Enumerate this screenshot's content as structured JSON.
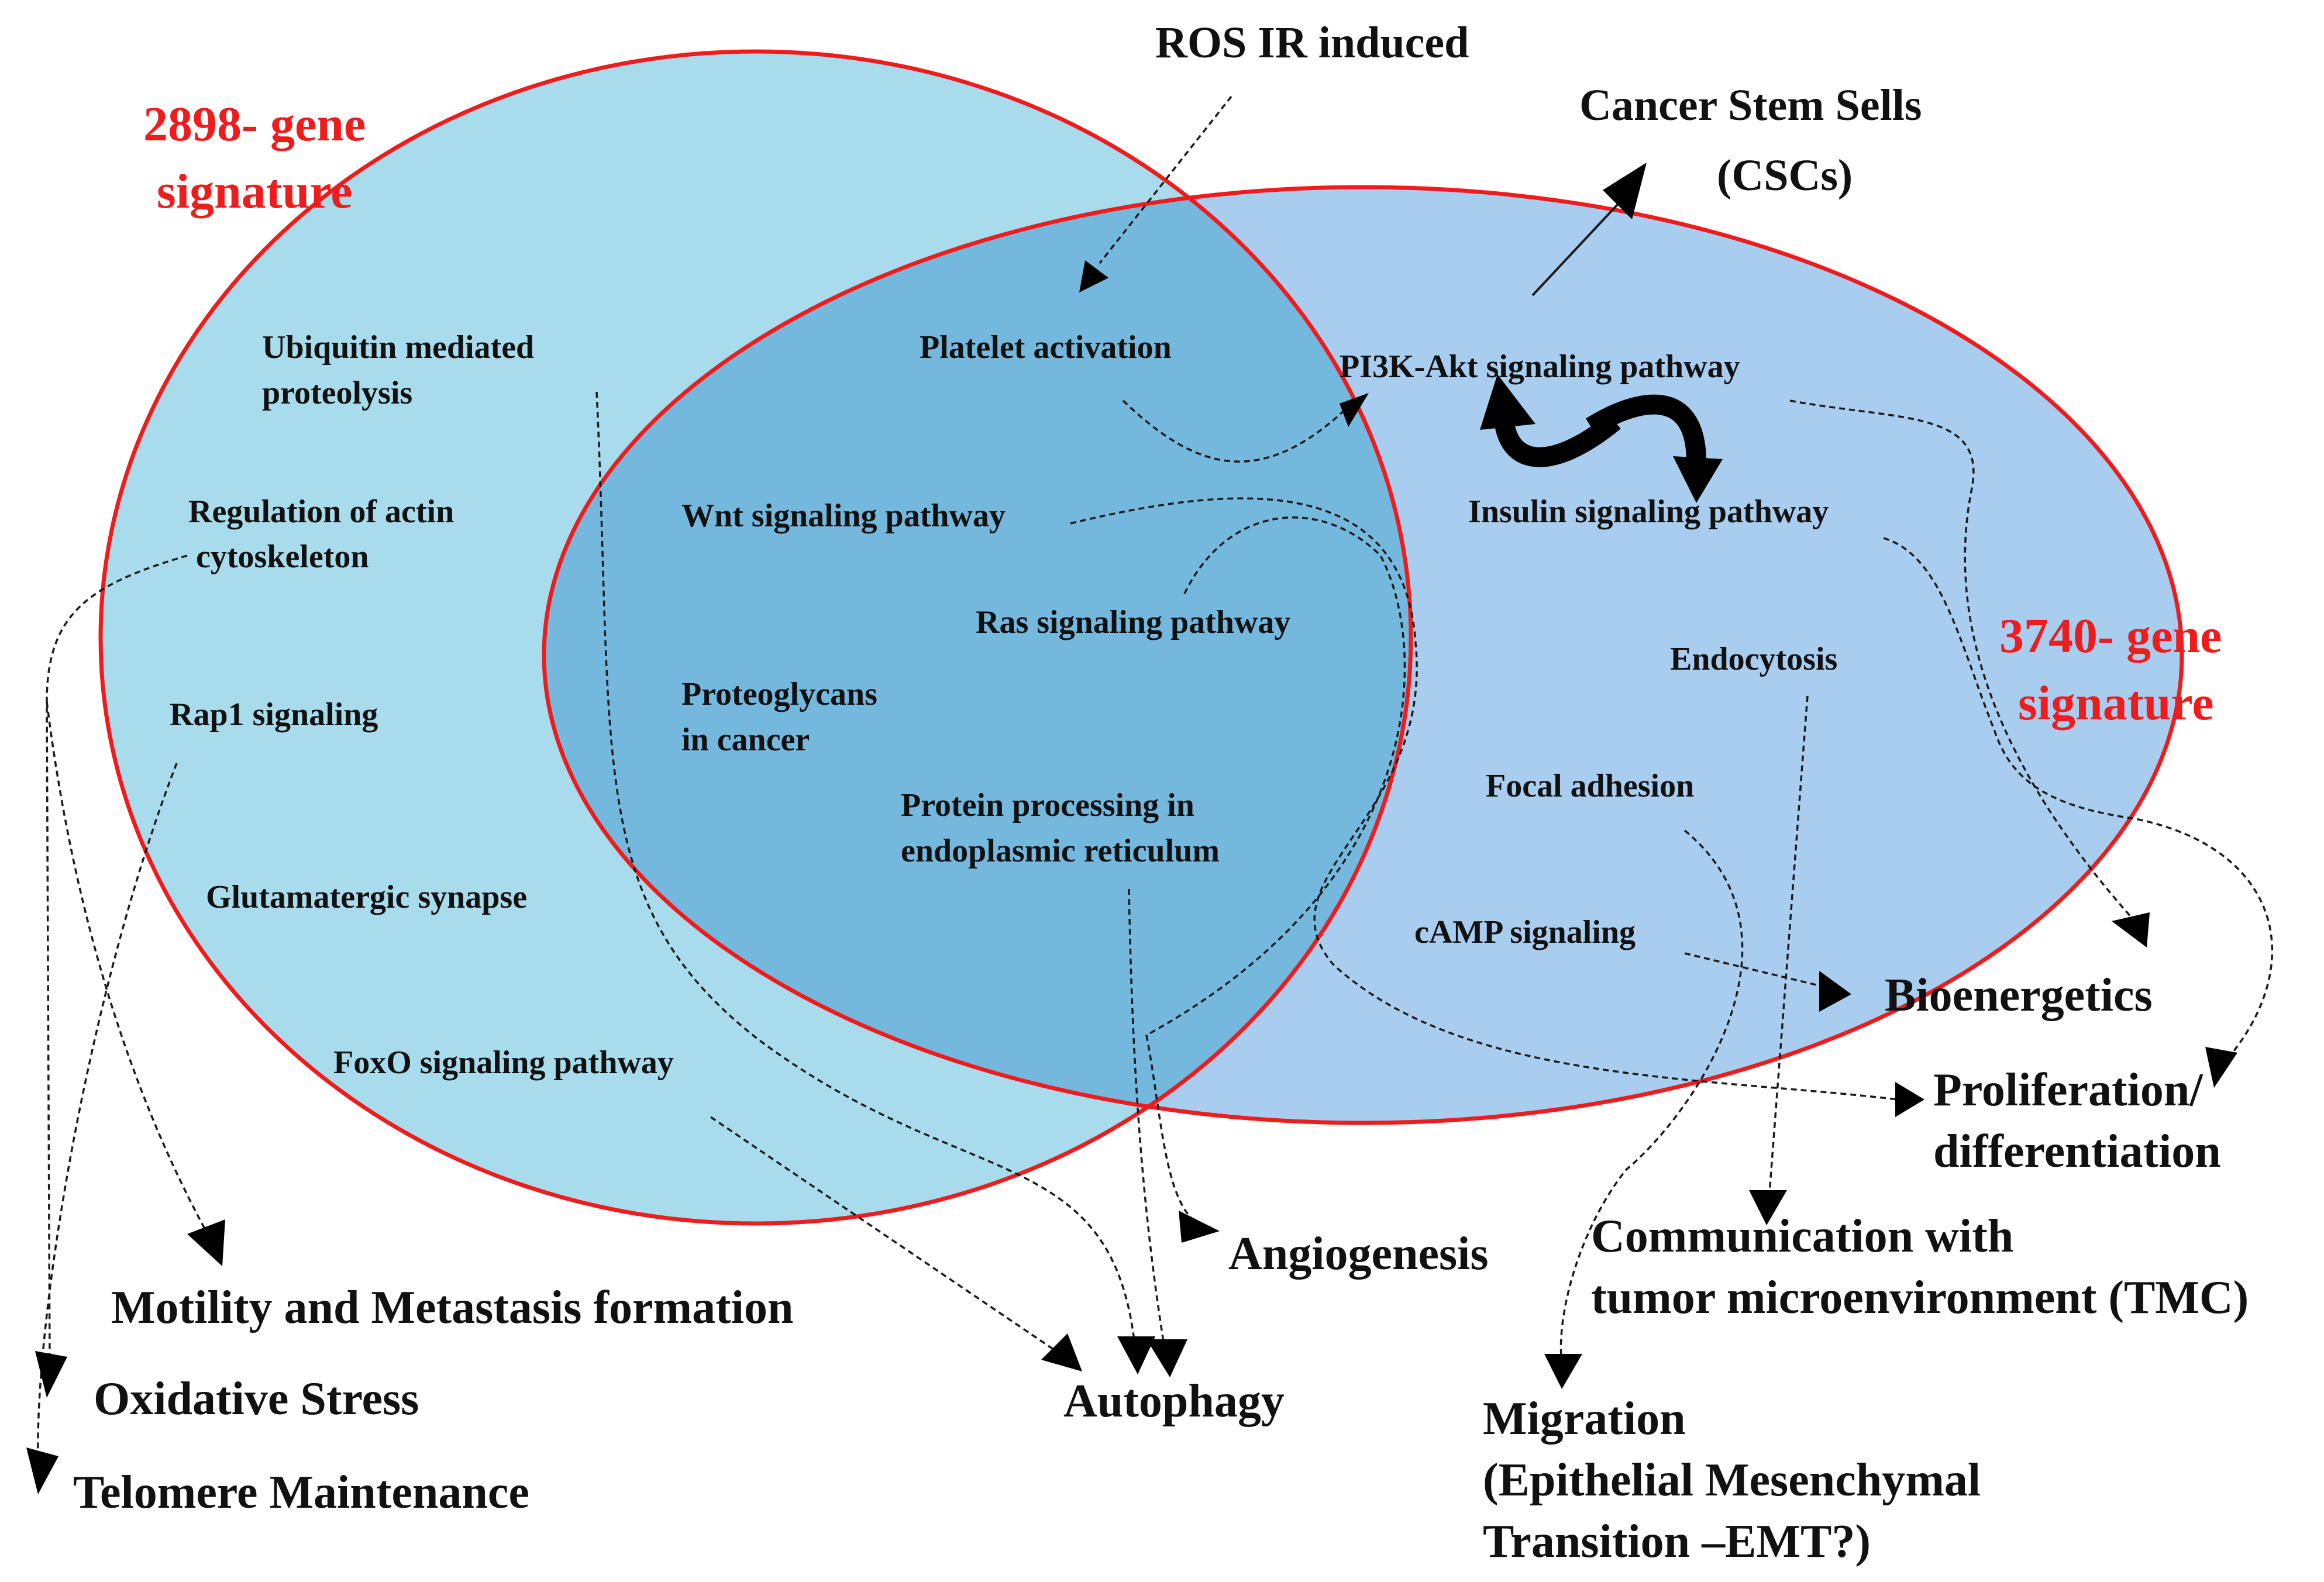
{
  "colors": {
    "left_fill": "#a8dcec",
    "right_fill": "#a9cdef",
    "overlap_fill": "#74b8de",
    "ellipse_stroke": "#ee1c1c",
    "label_red": "#ee1c1c",
    "arrow": "#1a1a1a"
  },
  "signatures": {
    "left_line1": "2898- gene",
    "left_line2": "signature",
    "right_line1": "3740- gene",
    "right_line2": "signature"
  },
  "top": {
    "ros": "ROS IR induced",
    "csc_line1": "Cancer Stem Sells",
    "csc_line2": "(CSCs)"
  },
  "left_only": {
    "ubiquitin_line1": "Ubiquitin mediated",
    "ubiquitin_line2": "proteolysis",
    "actin_line1": "Regulation of actin",
    "actin_line2": "cytoskeleton",
    "rap1": "Rap1 signaling",
    "glutamatergic": "Glutamatergic synapse",
    "foxo": "FoxO signaling pathway"
  },
  "overlap": {
    "platelet": "Platelet activation",
    "wnt": "Wnt signaling pathway",
    "ras": "Ras signaling pathway",
    "proteoglycans_line1": "Proteoglycans",
    "proteoglycans_line2": "in cancer",
    "protein_line1": "Protein processing in",
    "protein_line2": "endoplasmic reticulum"
  },
  "right_only": {
    "pi3k": "PI3K-Akt signaling pathway",
    "insulin": "Insulin signaling pathway",
    "endocytosis": "Endocytosis",
    "focal": "Focal adhesion",
    "camp": "cAMP signaling"
  },
  "outcomes": {
    "motility": "Motility and Metastasis formation",
    "oxidative": "Oxidative Stress",
    "telomere": "Telomere Maintenance",
    "autophagy": "Autophagy",
    "angiogenesis": "Angiogenesis",
    "bioenergetics": "Bioenergetics",
    "proliferation_line1": "Proliferation/",
    "proliferation_line2": "differentiation",
    "communication_line1": "Communication with",
    "communication_line2": "tumor microenvironment (TMC)",
    "migration_line1": "Migration",
    "migration_line2": "(Epithelial Mesenchymal",
    "migration_line3": "Transition –EMT?)"
  }
}
